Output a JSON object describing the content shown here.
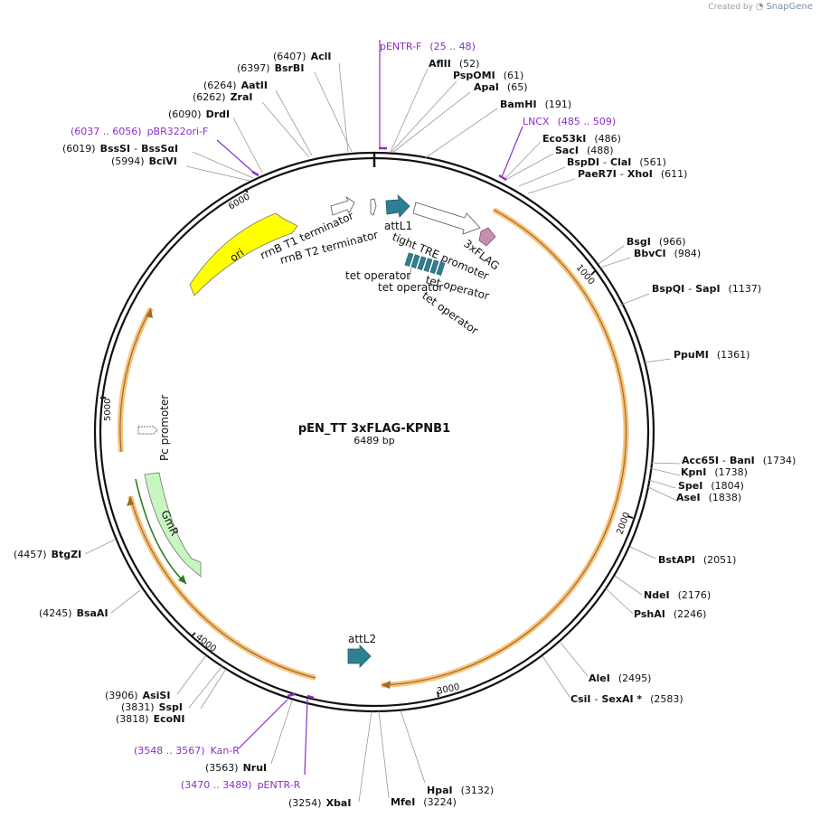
{
  "brand": {
    "created_by": "Created by",
    "product": "SnapGene"
  },
  "plasmid": {
    "name": "pEN_TT 3xFLAG-KPNB1",
    "length_label": "6489 bp"
  },
  "ticks": [
    "1000",
    "2000",
    "3000",
    "4000",
    "5000",
    "6000"
  ],
  "sites": [
    {
      "id": "acli",
      "pos": "(6407)",
      "name": "AclI"
    },
    {
      "id": "bsrbi",
      "pos": "(6397)",
      "name": "BsrBI"
    },
    {
      "id": "aatii",
      "pos": "(6264)",
      "name": "AatII"
    },
    {
      "id": "zrai",
      "pos": "(6262)",
      "name": "ZraI"
    },
    {
      "id": "drdi",
      "pos": "(6090)",
      "name": "DrdI"
    },
    {
      "id": "bsssi",
      "pos": "(6019)",
      "name": "BssSI",
      "name2": "BssSαI"
    },
    {
      "id": "bcivi",
      "pos": "(5994)",
      "name": "BciVI"
    },
    {
      "id": "aflii",
      "pos": "(52)",
      "name": "AflII"
    },
    {
      "id": "pspomi",
      "pos": "(61)",
      "name": "PspOMI"
    },
    {
      "id": "apai",
      "pos": "(65)",
      "name": "ApaI"
    },
    {
      "id": "bamhi",
      "pos": "(191)",
      "name": "BamHI"
    },
    {
      "id": "eco53ki",
      "pos": "(486)",
      "name": "Eco53kI"
    },
    {
      "id": "saci",
      "pos": "(488)",
      "name": "SacI"
    },
    {
      "id": "bspdi",
      "pos": "(561)",
      "name": "BspDI",
      "name2": "ClaI"
    },
    {
      "id": "paer7i",
      "pos": "(611)",
      "name": "PaeR7I",
      "name2": "XhoI"
    },
    {
      "id": "bsgi",
      "pos": "(966)",
      "name": "BsgI"
    },
    {
      "id": "bbvci",
      "pos": "(984)",
      "name": "BbvCI"
    },
    {
      "id": "bspqi",
      "pos": "(1137)",
      "name": "BspQI",
      "name2": "SapI"
    },
    {
      "id": "ppumi",
      "pos": "(1361)",
      "name": "PpuMI"
    },
    {
      "id": "acc65i",
      "pos": "(1734)",
      "name": "Acc65I",
      "name2": "BanI"
    },
    {
      "id": "kpni",
      "pos": "(1738)",
      "name": "KpnI"
    },
    {
      "id": "spei",
      "pos": "(1804)",
      "name": "SpeI"
    },
    {
      "id": "asei",
      "pos": "(1838)",
      "name": "AseI"
    },
    {
      "id": "bstapi",
      "pos": "(2051)",
      "name": "BstAPI"
    },
    {
      "id": "ndei",
      "pos": "(2176)",
      "name": "NdeI"
    },
    {
      "id": "pshai",
      "pos": "(2246)",
      "name": "PshAI"
    },
    {
      "id": "alei",
      "pos": "(2495)",
      "name": "AleI"
    },
    {
      "id": "csii",
      "pos": "(2583)",
      "name": "CsiI",
      "name2": "SexAI *"
    },
    {
      "id": "hpai",
      "pos": "(3132)",
      "name": "HpaI"
    },
    {
      "id": "mfei",
      "pos": "(3224)",
      "name": "MfeI"
    },
    {
      "id": "xbai",
      "pos": "(3254)",
      "name": "XbaI"
    },
    {
      "id": "nrui",
      "pos": "(3563)",
      "name": "NruI"
    },
    {
      "id": "ecoNI",
      "pos": "(3818)",
      "name": "EcoNI"
    },
    {
      "id": "sspi",
      "pos": "(3831)",
      "name": "SspI"
    },
    {
      "id": "asisi",
      "pos": "(3906)",
      "name": "AsiSI"
    },
    {
      "id": "bsaai",
      "pos": "(4245)",
      "name": "BsaAI"
    },
    {
      "id": "btgzi",
      "pos": "(4457)",
      "name": "BtgZI"
    }
  ],
  "primers": [
    {
      "id": "pentr-f",
      "name": "pENTR-F",
      "range": "(25 .. 48)"
    },
    {
      "id": "lncx",
      "name": "LNCX",
      "range": "(485 .. 509)"
    },
    {
      "id": "pbr322ori-f",
      "name": "pBR322ori-F",
      "range": "(6037 .. 6056)"
    },
    {
      "id": "kan-r",
      "name": "Kan-R",
      "range": "(3548 .. 3567)"
    },
    {
      "id": "pentr-r",
      "name": "pENTR-R",
      "range": "(3470 .. 3489)"
    }
  ],
  "features": {
    "ori": "ori",
    "rrnb_t1": "rrnB T1 terminator",
    "rrnb_t2": "rrnB T2 terminator",
    "attl1": "attL1",
    "tight_tre": "tight TRE promoter",
    "flag": "3xFLAG",
    "tetop1": "tet operator",
    "tetop2": "tet operator",
    "tetop3": "tet operator",
    "tetop4": "tet operator",
    "pc": "Pc promoter",
    "gmr": "GmR",
    "attl2": "attL2"
  },
  "colors": {
    "ori": "#ffff00",
    "gmr": "#c8f5c0",
    "attl": "#2e7f93",
    "flag": "#c58fb0",
    "orf_highlight": "#f6c37a",
    "orf_arrow": "#a0692a",
    "primer": "#8b2fc9",
    "tetop": "#2e7f93"
  }
}
